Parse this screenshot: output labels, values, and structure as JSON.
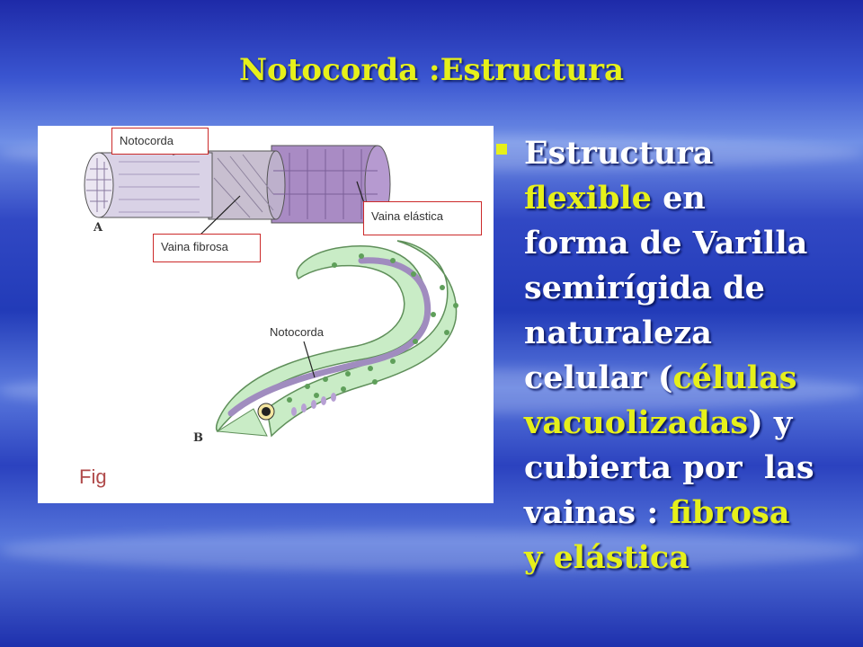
{
  "slide": {
    "title": "Notocorda :Estructura",
    "figure": {
      "label_notocorda_top": "Notocorda",
      "label_vaina_elastica": "Vaina elástica",
      "label_vaina_fibrosa": "Vaina fibrosa",
      "label_notocorda_fish": "Notocorda",
      "letter_a": "A",
      "letter_b": "B",
      "caption_fragment": "Fig"
    },
    "bullet": {
      "lines": [
        [
          {
            "t": "Estructura",
            "hl": false
          }
        ],
        [
          {
            "t": "flexible",
            "hl": true
          },
          {
            "t": " en",
            "hl": false
          }
        ],
        [
          {
            "t": "forma de Varilla",
            "hl": false
          }
        ],
        [
          {
            "t": "semirígida de",
            "hl": false
          }
        ],
        [
          {
            "t": "naturaleza",
            "hl": false
          }
        ],
        [
          {
            "t": "celular (",
            "hl": false
          },
          {
            "t": "células",
            "hl": true
          }
        ],
        [
          {
            "t": "vacuolizadas",
            "hl": true
          },
          {
            "t": ") y",
            "hl": false
          }
        ],
        [
          {
            "t": "cubierta por  las",
            "hl": false
          }
        ],
        [
          {
            "t": "vainas : ",
            "hl": false
          },
          {
            "t": "fibrosa",
            "hl": true
          }
        ],
        [
          {
            "t": "y elástica",
            "hl": true
          }
        ]
      ]
    },
    "colors": {
      "title": "#e6f01a",
      "highlight": "#e6f01a",
      "text": "#ffffff",
      "label_border": "#cc2a2a"
    }
  }
}
